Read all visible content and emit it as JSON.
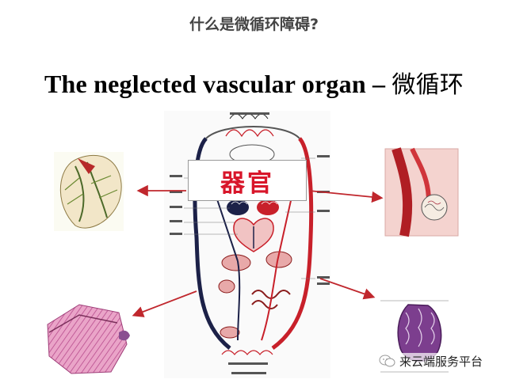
{
  "header": {
    "question": "什么是微循环障碍?"
  },
  "subtitle": {
    "english": "The neglected vascular organ – ",
    "chinese": "微循环"
  },
  "center_label": "器官",
  "watermark": {
    "text": "来云端服务平台"
  },
  "colors": {
    "accent_red": "#d8162a",
    "arrow_red": "#c0272d",
    "artery": "#c8202a",
    "vein": "#1c2148"
  }
}
